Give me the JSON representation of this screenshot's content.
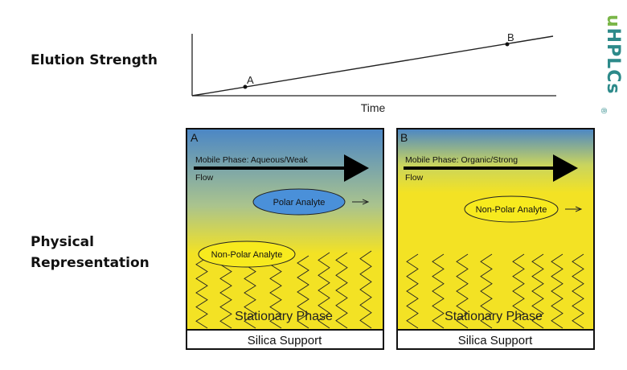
{
  "labels": {
    "elution_strength": "Elution Strength",
    "physical_line1": "Physical",
    "physical_line2": "Representation"
  },
  "graph": {
    "point_a": "A",
    "point_b": "B",
    "x_axis_label": "Time"
  },
  "panel_a": {
    "letter": "A",
    "mobile_phase": "Mobile Phase: Aqueous/Weak",
    "flow": "Flow",
    "polar_analyte": "Polar Analyte",
    "nonpolar_analyte": "Non-Polar Analyte",
    "stationary_phase": "Stationary Phase",
    "silica_support": "Silica Support"
  },
  "panel_b": {
    "letter": "B",
    "mobile_phase": "Mobile Phase: Organic/Strong",
    "flow": "Flow",
    "nonpolar_analyte": "Non-Polar Analyte",
    "stationary_phase": "Stationary Phase",
    "silica_support": "Silica Support"
  },
  "logo": {
    "u": "u",
    "rest": "HPLCs",
    "reg": "®"
  },
  "colors": {
    "blue": "#4a86c6",
    "yellow": "#f3e224",
    "polar_fill": "#4a90d9",
    "nonpolar_fill": "#f7ea1e",
    "logo_green": "#7ab648",
    "logo_teal": "#2d8a8a"
  }
}
